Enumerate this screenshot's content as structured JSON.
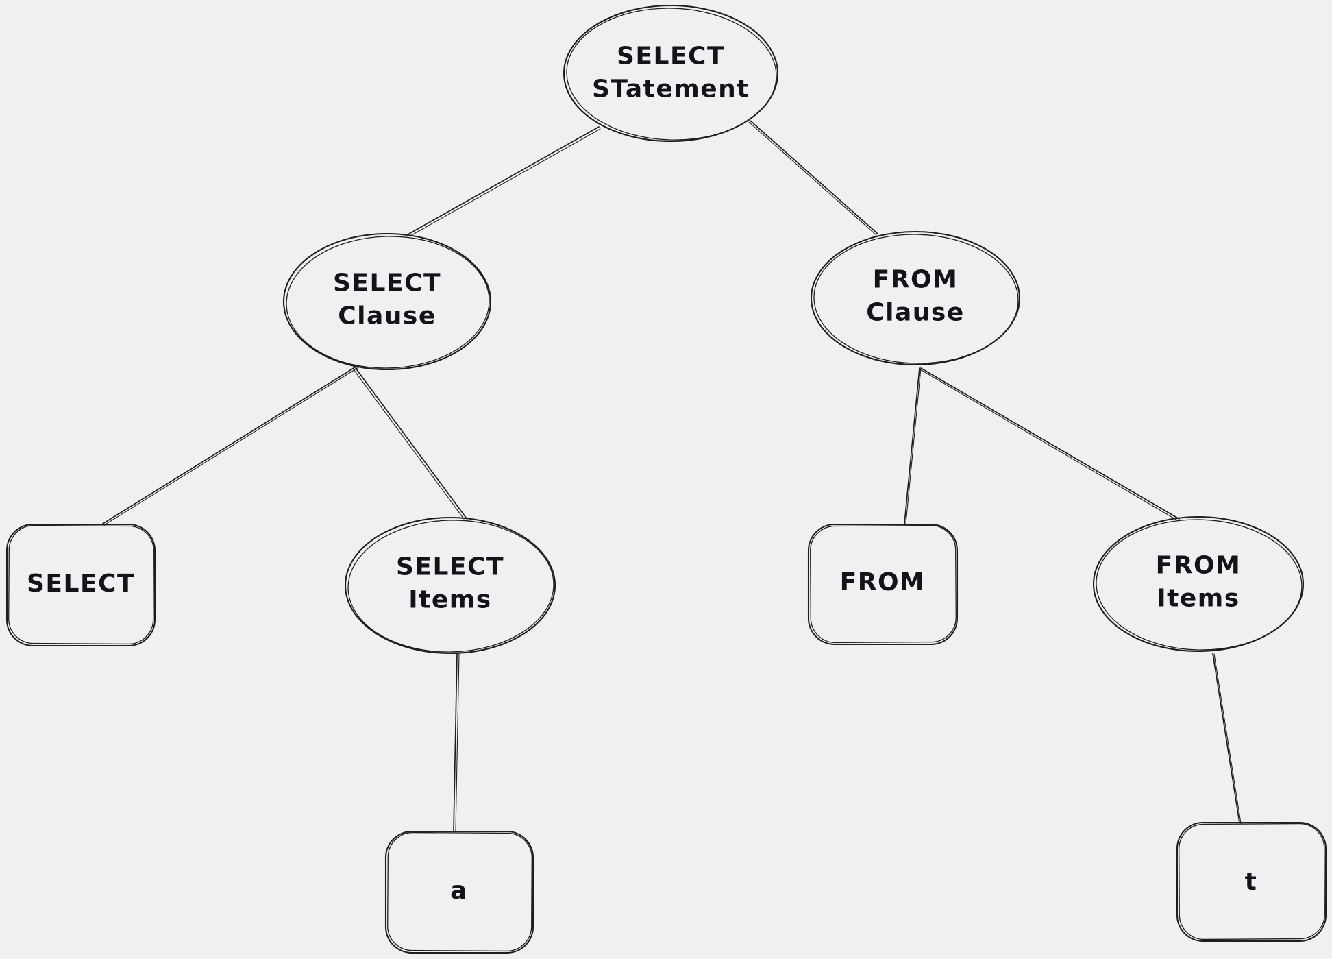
{
  "canvas": {
    "background_color": "#f0f0f3",
    "stroke_color": "#1e1e1e",
    "text_color": "#141418"
  },
  "diagram": {
    "nodes": {
      "select_statement": {
        "shape": "ellipse",
        "line1": "SELECT",
        "line2": "STatement"
      },
      "select_clause": {
        "shape": "ellipse",
        "line1": "SELECT",
        "line2": "Clause"
      },
      "from_clause": {
        "shape": "ellipse",
        "line1": "FROM",
        "line2": "Clause"
      },
      "select_keyword": {
        "shape": "rectangle",
        "line1": "SELECT"
      },
      "select_items": {
        "shape": "ellipse",
        "line1": "SELECT",
        "line2": "Items"
      },
      "from_keyword": {
        "shape": "rectangle",
        "line1": "FROM"
      },
      "from_items": {
        "shape": "ellipse",
        "line1": "FROM",
        "line2": "Items"
      },
      "item_a": {
        "shape": "rectangle",
        "line1": "a"
      },
      "item_t": {
        "shape": "rectangle",
        "line1": "t"
      }
    },
    "edges": [
      {
        "from": "select_statement",
        "to": "select_clause"
      },
      {
        "from": "select_statement",
        "to": "from_clause"
      },
      {
        "from": "select_clause",
        "to": "select_keyword"
      },
      {
        "from": "select_clause",
        "to": "select_items"
      },
      {
        "from": "from_clause",
        "to": "from_keyword"
      },
      {
        "from": "from_clause",
        "to": "from_items"
      },
      {
        "from": "select_items",
        "to": "item_a"
      },
      {
        "from": "from_items",
        "to": "item_t"
      }
    ]
  }
}
